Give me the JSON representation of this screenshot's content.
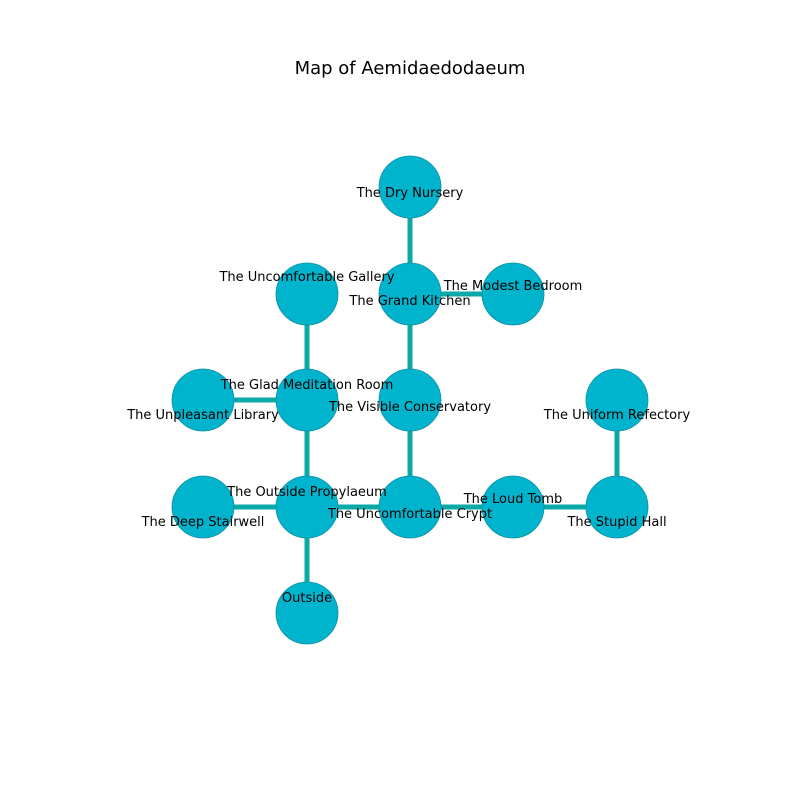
{
  "title": "Map of Aemidaedodaeum",
  "colors": {
    "node_fill": "#00b4cd",
    "node_stroke": "#0f8fa0",
    "edge": "#08a9a6",
    "text": "#000000"
  },
  "rooms": [
    {
      "id": "dry_nursery",
      "label": "The Dry Nursery"
    },
    {
      "id": "uncomfortable_gallery",
      "label": "The Uncomfortable Gallery"
    },
    {
      "id": "grand_kitchen",
      "label": "The Grand Kitchen"
    },
    {
      "id": "modest_bedroom",
      "label": "The Modest Bedroom"
    },
    {
      "id": "glad_meditation_room",
      "label": "The Glad Meditation Room"
    },
    {
      "id": "unpleasant_library",
      "label": "The Unpleasant Library"
    },
    {
      "id": "visible_conservatory",
      "label": "The Visible Conservatory"
    },
    {
      "id": "uniform_refectory",
      "label": "The Uniform Refectory"
    },
    {
      "id": "outside_propylaeum",
      "label": "The Outside Propylaeum"
    },
    {
      "id": "deep_stairwell",
      "label": "The Deep Stairwell"
    },
    {
      "id": "uncomfortable_crypt",
      "label": "The Uncomfortable Crypt"
    },
    {
      "id": "loud_tomb",
      "label": "The Loud Tomb"
    },
    {
      "id": "stupid_hall",
      "label": "The Stupid Hall"
    },
    {
      "id": "outside",
      "label": "Outside"
    }
  ],
  "connections": [
    [
      "dry_nursery",
      "grand_kitchen"
    ],
    [
      "grand_kitchen",
      "modest_bedroom"
    ],
    [
      "grand_kitchen",
      "visible_conservatory"
    ],
    [
      "uncomfortable_gallery",
      "glad_meditation_room"
    ],
    [
      "unpleasant_library",
      "glad_meditation_room"
    ],
    [
      "glad_meditation_room",
      "outside_propylaeum"
    ],
    [
      "visible_conservatory",
      "uncomfortable_crypt"
    ],
    [
      "deep_stairwell",
      "outside_propylaeum"
    ],
    [
      "outside_propylaeum",
      "uncomfortable_crypt"
    ],
    [
      "outside_propylaeum",
      "outside"
    ],
    [
      "uncomfortable_crypt",
      "loud_tomb"
    ],
    [
      "loud_tomb",
      "stupid_hall"
    ],
    [
      "uniform_refectory",
      "stupid_hall"
    ]
  ]
}
